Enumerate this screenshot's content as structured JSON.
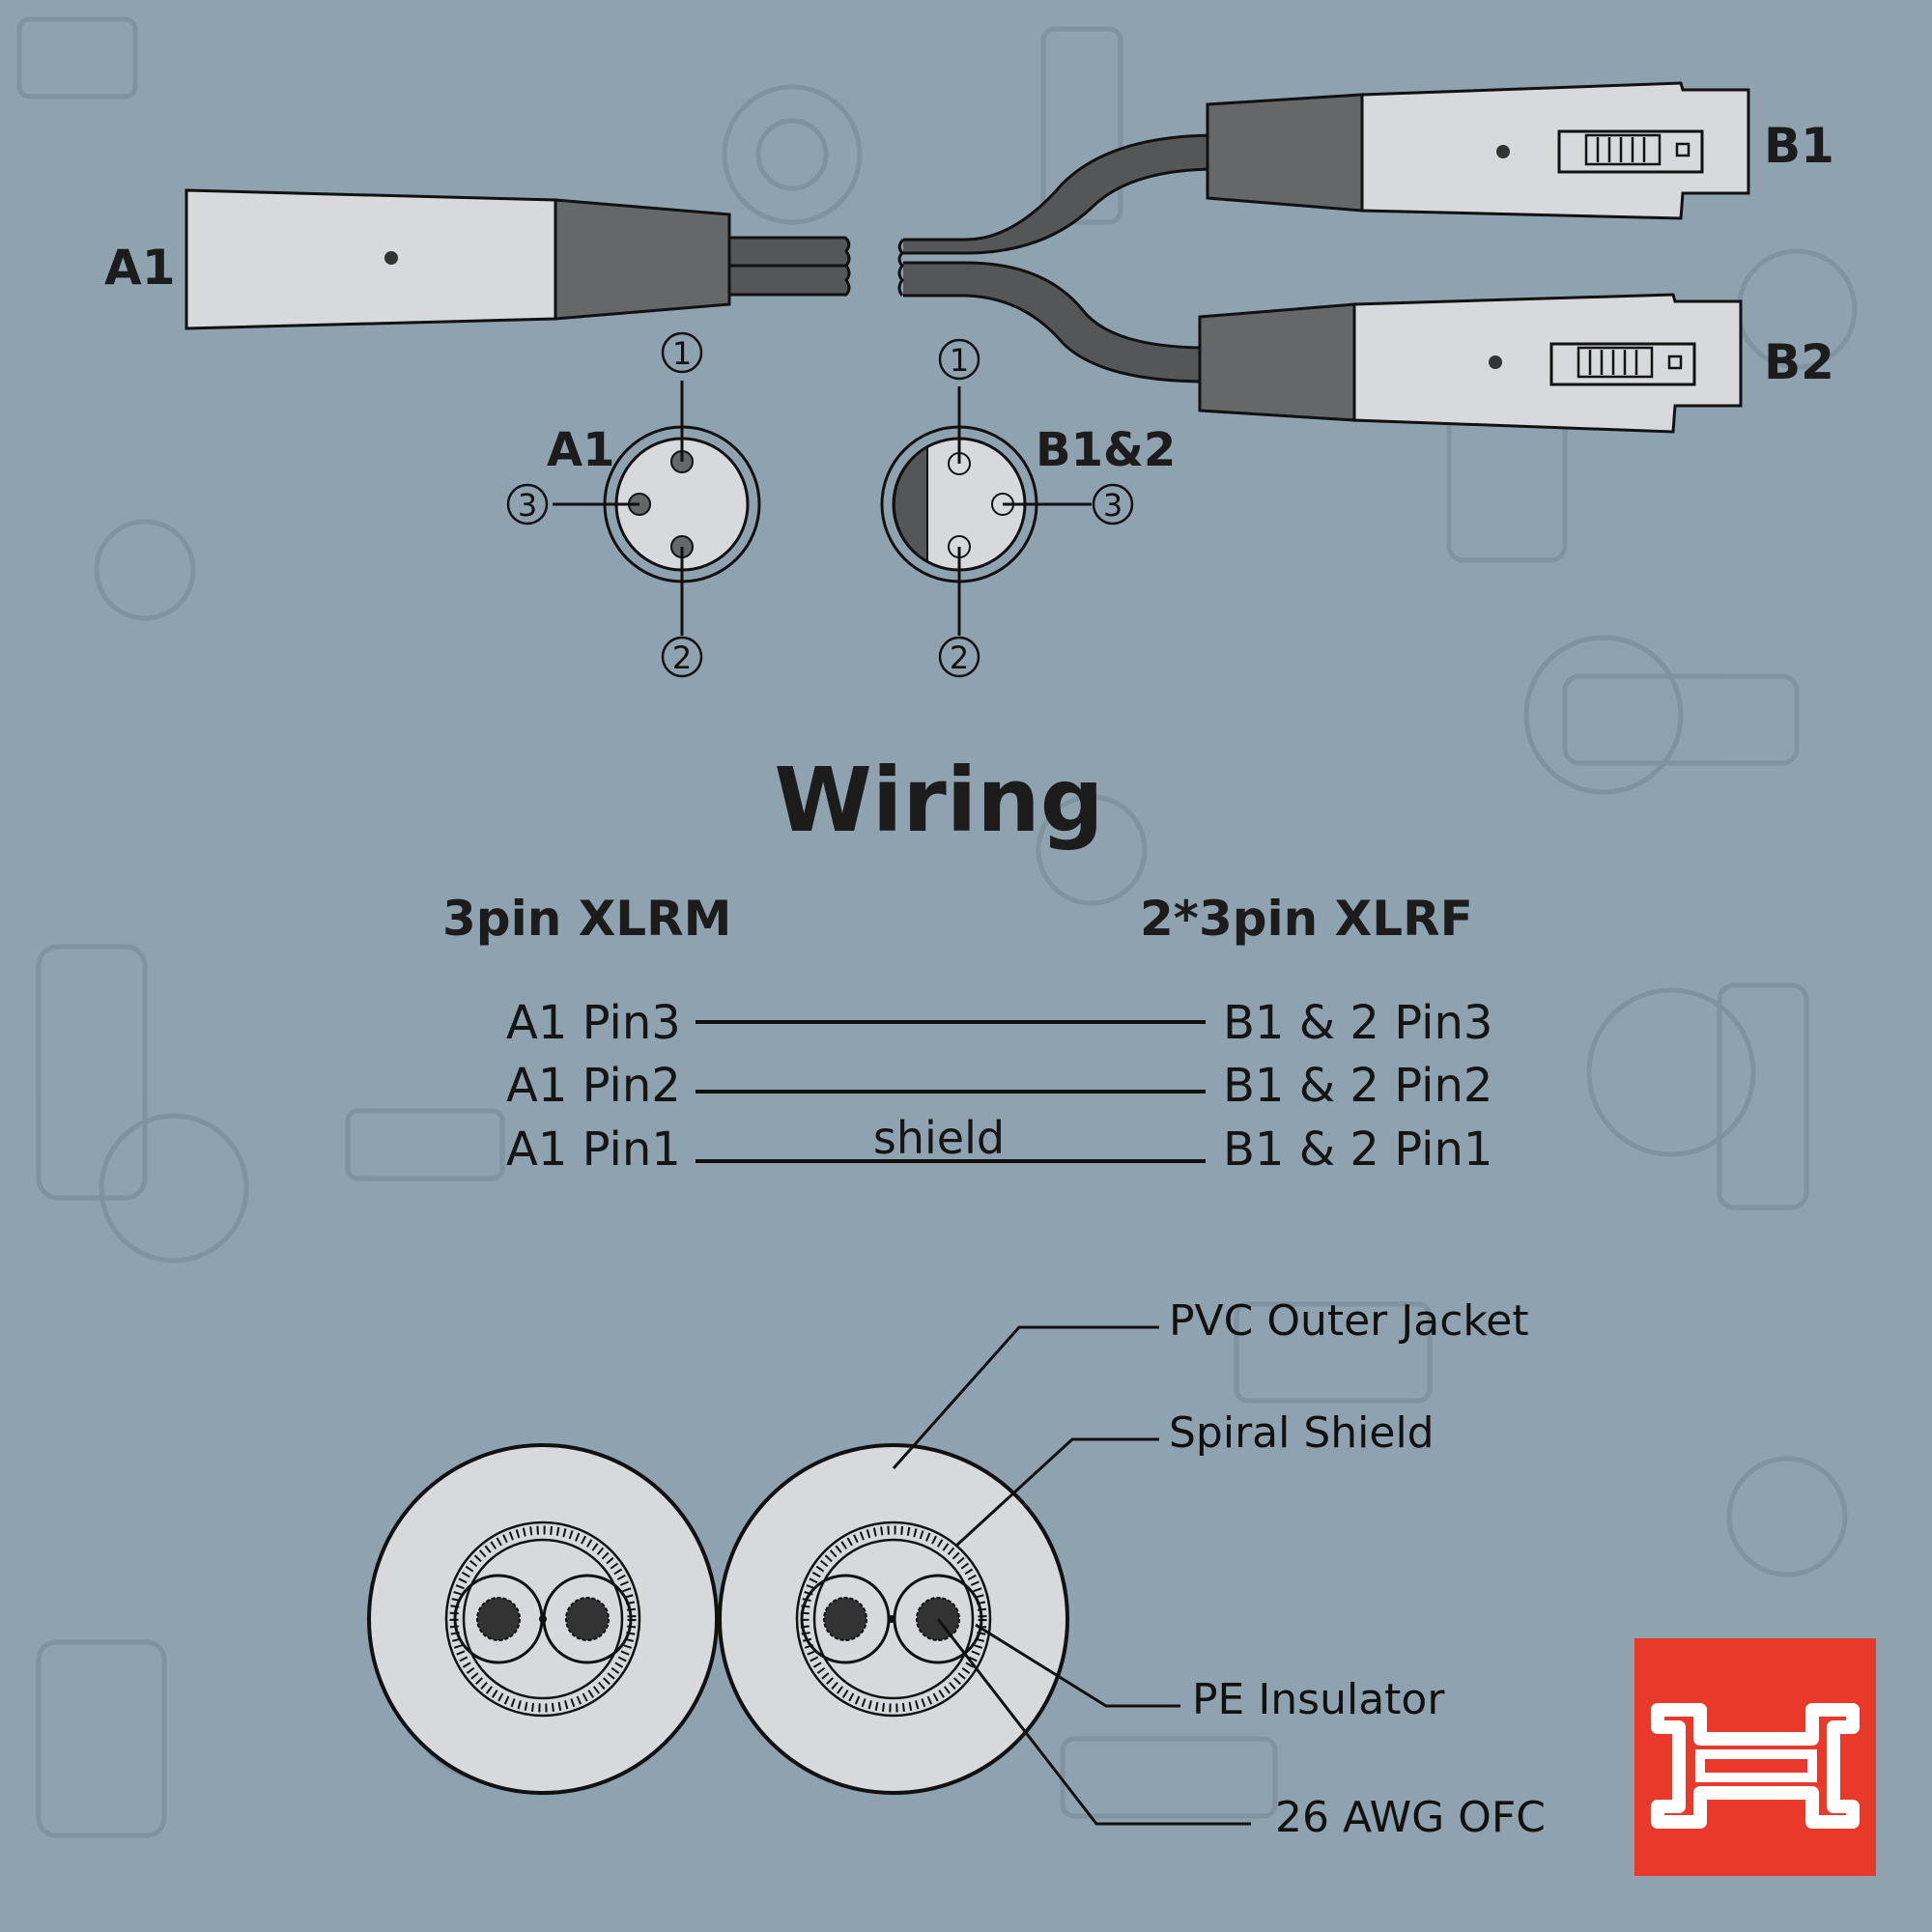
{
  "connectors": {
    "a1_label": "A1",
    "b1_label": "B1",
    "b2_label": "B2"
  },
  "pinout": {
    "a1_face_label": "A1",
    "b_face_label": "B1&2",
    "a1_pins": {
      "top": "1",
      "left": "3",
      "bottom": "2"
    },
    "b_pins": {
      "top": "1",
      "right": "3",
      "bottom": "2"
    }
  },
  "wiring": {
    "title": "Wiring",
    "left_header": "3pin XLRM",
    "right_header": "2*3pin XLRF",
    "rows": [
      {
        "left": "A1 Pin3",
        "right": "B1 & 2 Pin3",
        "mid": ""
      },
      {
        "left": "A1 Pin2",
        "right": "B1 & 2 Pin2",
        "mid": ""
      },
      {
        "left": "A1 Pin1",
        "right": "B1 & 2 Pin1",
        "mid": "shield"
      }
    ]
  },
  "cable_section": {
    "labels": {
      "jacket": "PVC Outer Jacket",
      "shield": "Spiral Shield",
      "insulator": "PE Insulator",
      "conductor": "26 AWG OFC"
    }
  },
  "colors": {
    "background": "#8fa2b0",
    "connector_body": "#d8d9dc",
    "connector_boot": "#666769",
    "brand_red": "#e8392a"
  },
  "icons": {
    "brand_logo": "hosa-logo-icon"
  }
}
